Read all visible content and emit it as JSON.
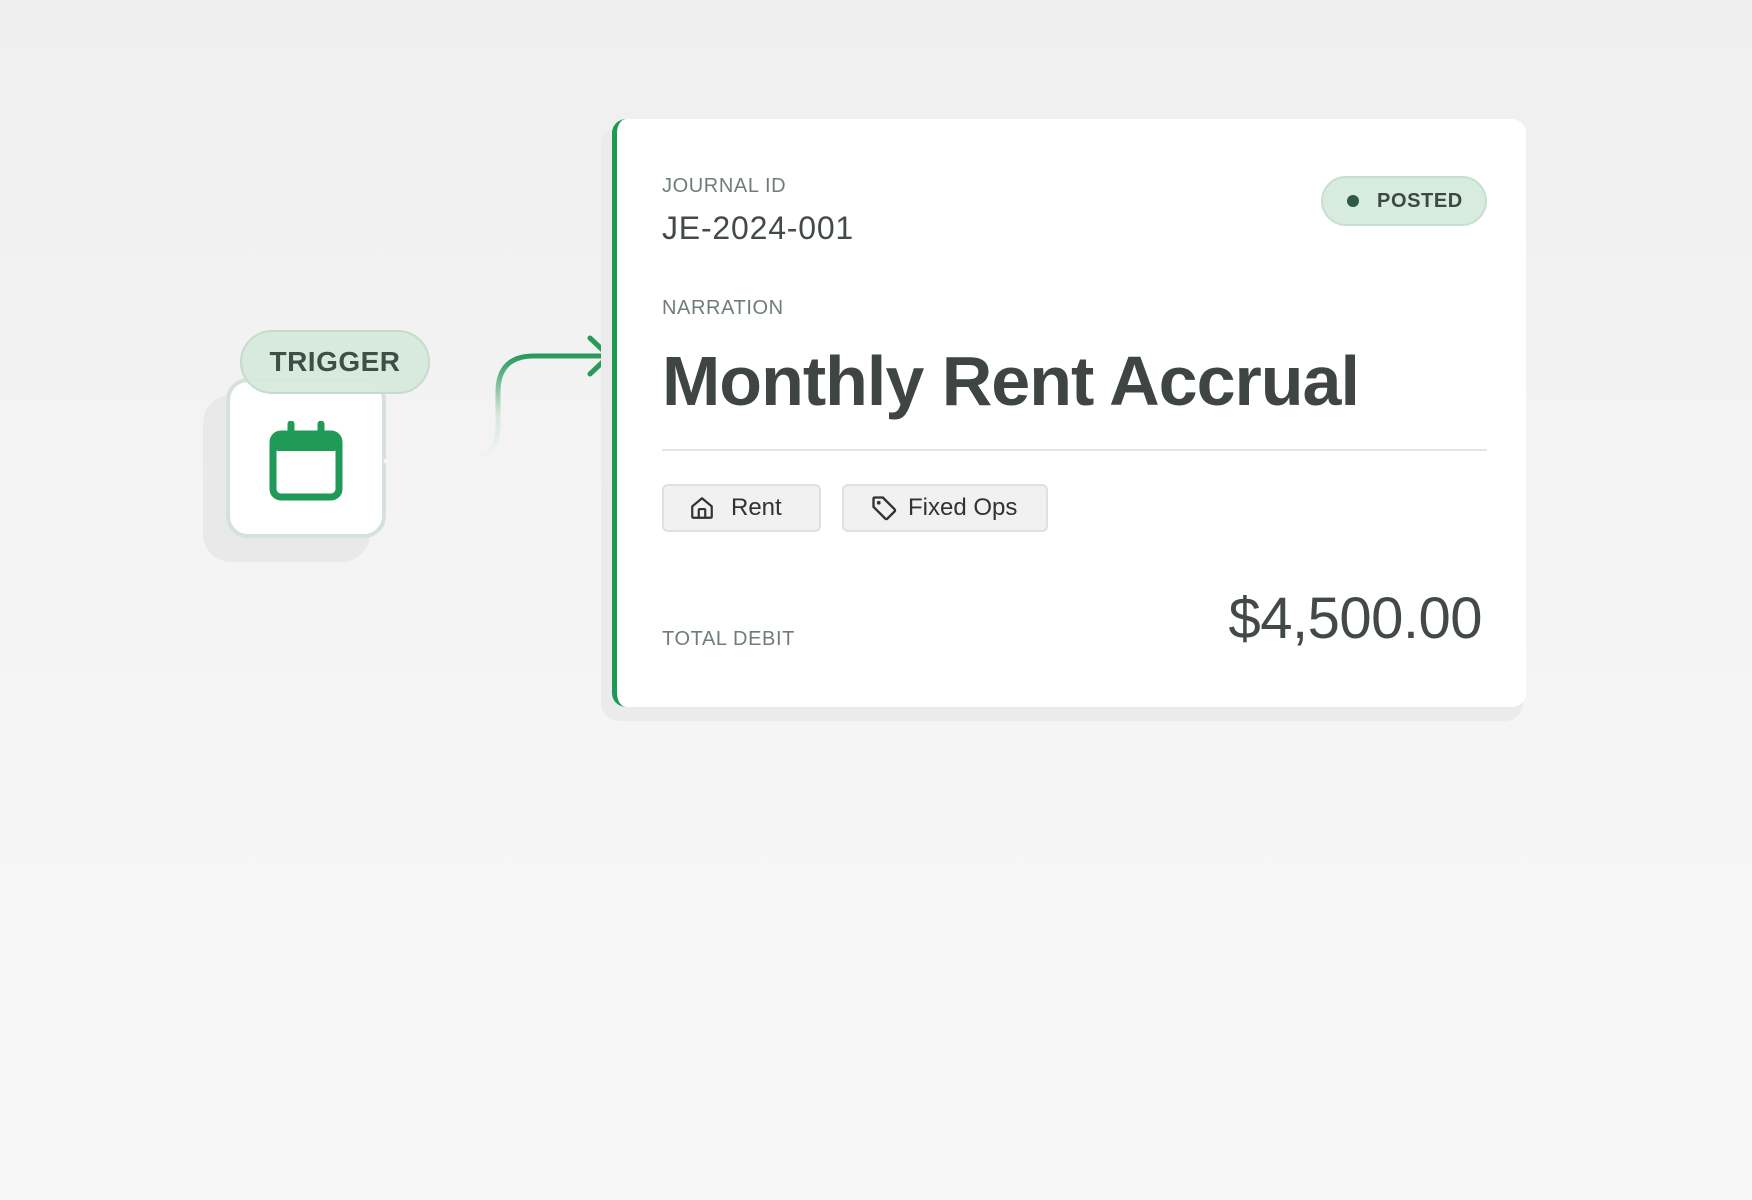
{
  "trigger": {
    "label": "TRIGGER",
    "icon": "calendar-icon"
  },
  "journal": {
    "id_label": "JOURNAL ID",
    "id": "JE-2024-001",
    "status": "POSTED",
    "narration_label": "NARRATION",
    "narration": "Monthly Rent Accrual",
    "tags": [
      {
        "label": "Rent",
        "icon": "home-icon"
      },
      {
        "label": "Fixed Ops",
        "icon": "tag-icon"
      }
    ],
    "total_label": "TOTAL DEBIT",
    "total": "$4,500.00"
  },
  "colors": {
    "accent": "#1c9a55",
    "status_bg": "#d8ebdf",
    "status_dot": "#2f5b42",
    "text_primary": "#3f4541",
    "text_muted": "#707d76"
  }
}
